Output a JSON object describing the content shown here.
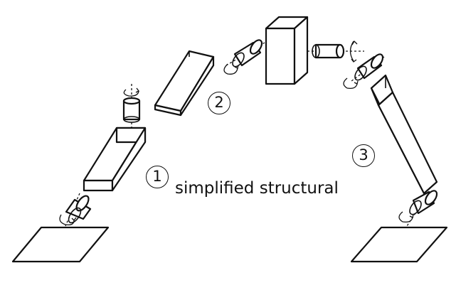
{
  "labels": {
    "link_1": "1",
    "link_2": "2",
    "link_3": "3"
  },
  "caption": "simplified structural"
}
